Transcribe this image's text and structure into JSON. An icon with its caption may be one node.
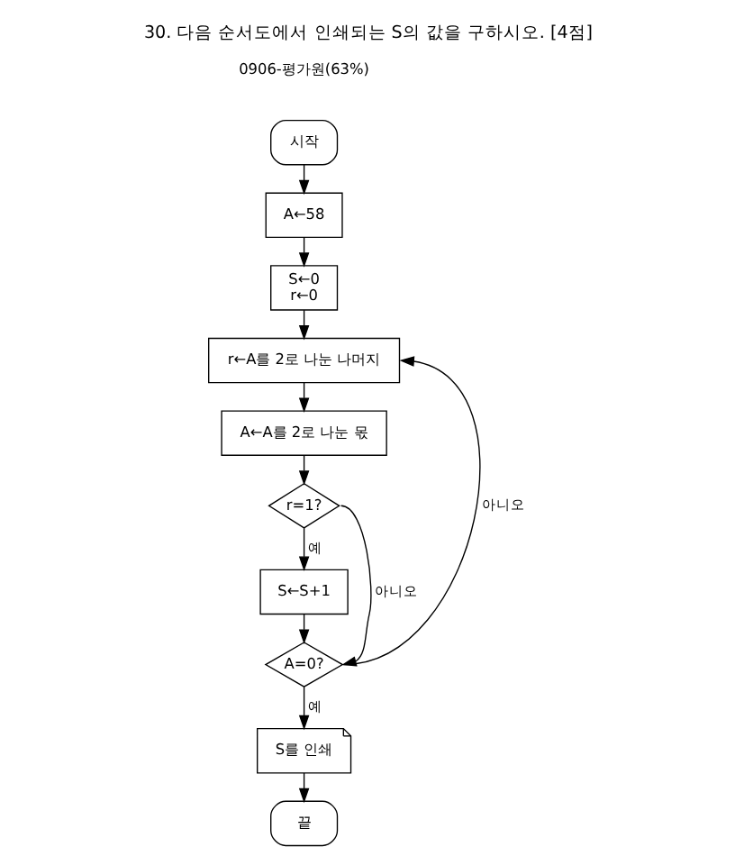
{
  "diagram": {
    "title": "30. 다음 순서도에서 인쇄되는 S의 값을 구하시오. [4점]",
    "nodes": [
      {
        "text": [
          "시작"
        ]
      },
      {
        "text": [
          "A←58"
        ]
      },
      {
        "text": [
          "S←0",
          "r←0"
        ]
      },
      {
        "text": [
          "r←A를 2로 나눈 나머지"
        ]
      },
      {
        "text": [
          "A←A를 2로 나눈 몫"
        ]
      },
      {
        "text": [
          "r=1?"
        ]
      },
      {
        "text": [
          "S←S+1"
        ]
      },
      {
        "text": [
          "A=0?"
        ]
      },
      {
        "text": [
          "S를 인쇄"
        ]
      },
      {
        "text": [
          "끝"
        ]
      }
    ],
    "edges": [
      {
        "from": 0,
        "to": 1,
        "arrow": "to"
      },
      {
        "from": 1,
        "to": 2,
        "arrow": "to"
      },
      {
        "from": 2,
        "to": 3,
        "arrow": "to"
      },
      {
        "from": 3,
        "to": 4,
        "arrow": "to"
      },
      {
        "from": 4,
        "to": 5,
        "arrow": "to"
      },
      {
        "from": 5,
        "to": 6,
        "arrow": "to",
        "label": "예"
      },
      {
        "from": 5,
        "to": 7,
        "arrow": "to",
        "label": "아니오"
      },
      {
        "from": 6,
        "to": 7,
        "arrow": "to"
      },
      {
        "from": 7,
        "to": 8,
        "arrow": "to",
        "label": "예"
      },
      {
        "from": 7,
        "to": 3,
        "arrow": "to",
        "label": "아니오"
      },
      {
        "from": 8,
        "to": 9,
        "arrow": "to"
      }
    ],
    "labels": [
      "0906-평가원(63%)"
    ]
  }
}
